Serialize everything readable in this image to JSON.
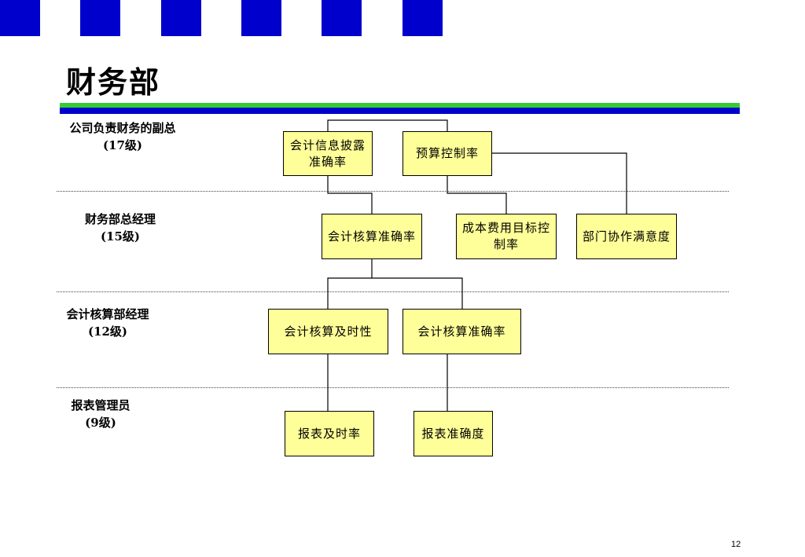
{
  "title": "财务部",
  "page_number": "12",
  "colors": {
    "accent_blue": "#0000cc",
    "accent_green": "#33cc33",
    "box_fill": "#ffff99"
  },
  "levels": [
    {
      "role": "公司负责财务的副总",
      "grade": "(17级)"
    },
    {
      "role": "财务部总经理",
      "grade": "(15级)"
    },
    {
      "role": "会计核算部经理",
      "grade": "(12级)"
    },
    {
      "role": "报表管理员",
      "grade": "(9级)"
    }
  ],
  "boxes": {
    "b1": "会计信息披露准确率",
    "b2": "预算控制率",
    "b3": "会计核算准确率",
    "b4": "成本费用目标控制率",
    "b5": "部门协作满意度",
    "b6": "会计核算及时性",
    "b7": "会计核算准确率",
    "b8": "报表及时率",
    "b9": "报表准确度"
  }
}
